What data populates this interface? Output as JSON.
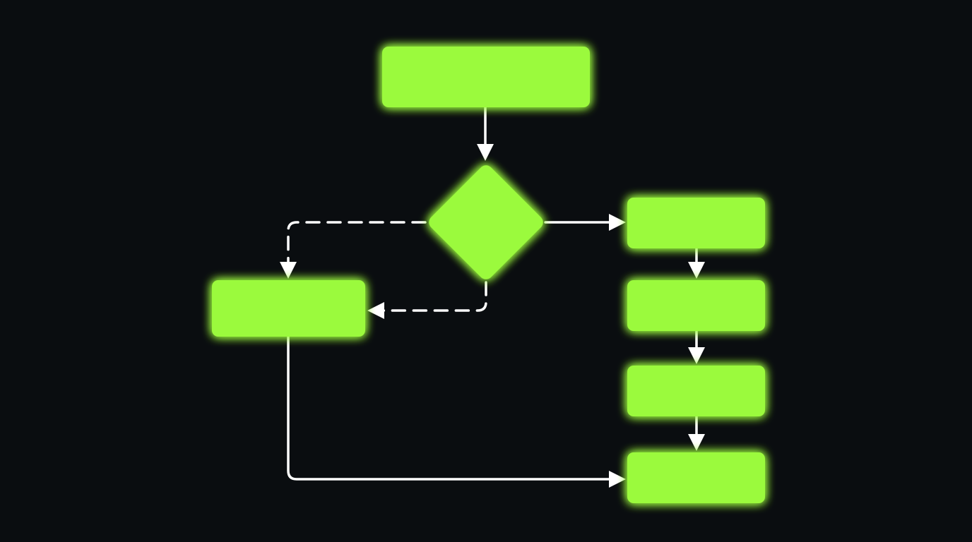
{
  "diagram": {
    "type": "flowchart",
    "colors": {
      "background": "#0a0d10",
      "node_fill": "#9bfa3e",
      "edge": "#ffffff"
    },
    "nodes": [
      {
        "id": "start",
        "shape": "rectangle"
      },
      {
        "id": "decision",
        "shape": "diamond"
      },
      {
        "id": "left",
        "shape": "rectangle"
      },
      {
        "id": "r1",
        "shape": "rectangle"
      },
      {
        "id": "r2",
        "shape": "rectangle"
      },
      {
        "id": "r3",
        "shape": "rectangle"
      },
      {
        "id": "r4",
        "shape": "rectangle"
      }
    ],
    "edges": [
      {
        "from": "start",
        "to": "decision",
        "style": "solid"
      },
      {
        "from": "decision",
        "to": "r1",
        "style": "solid"
      },
      {
        "from": "decision",
        "to": "left",
        "style": "dashed"
      },
      {
        "from": "decision",
        "to": "left",
        "style": "dashed"
      },
      {
        "from": "r1",
        "to": "r2",
        "style": "solid"
      },
      {
        "from": "r2",
        "to": "r3",
        "style": "solid"
      },
      {
        "from": "r3",
        "to": "r4",
        "style": "solid"
      },
      {
        "from": "left",
        "to": "r4",
        "style": "solid"
      }
    ]
  }
}
